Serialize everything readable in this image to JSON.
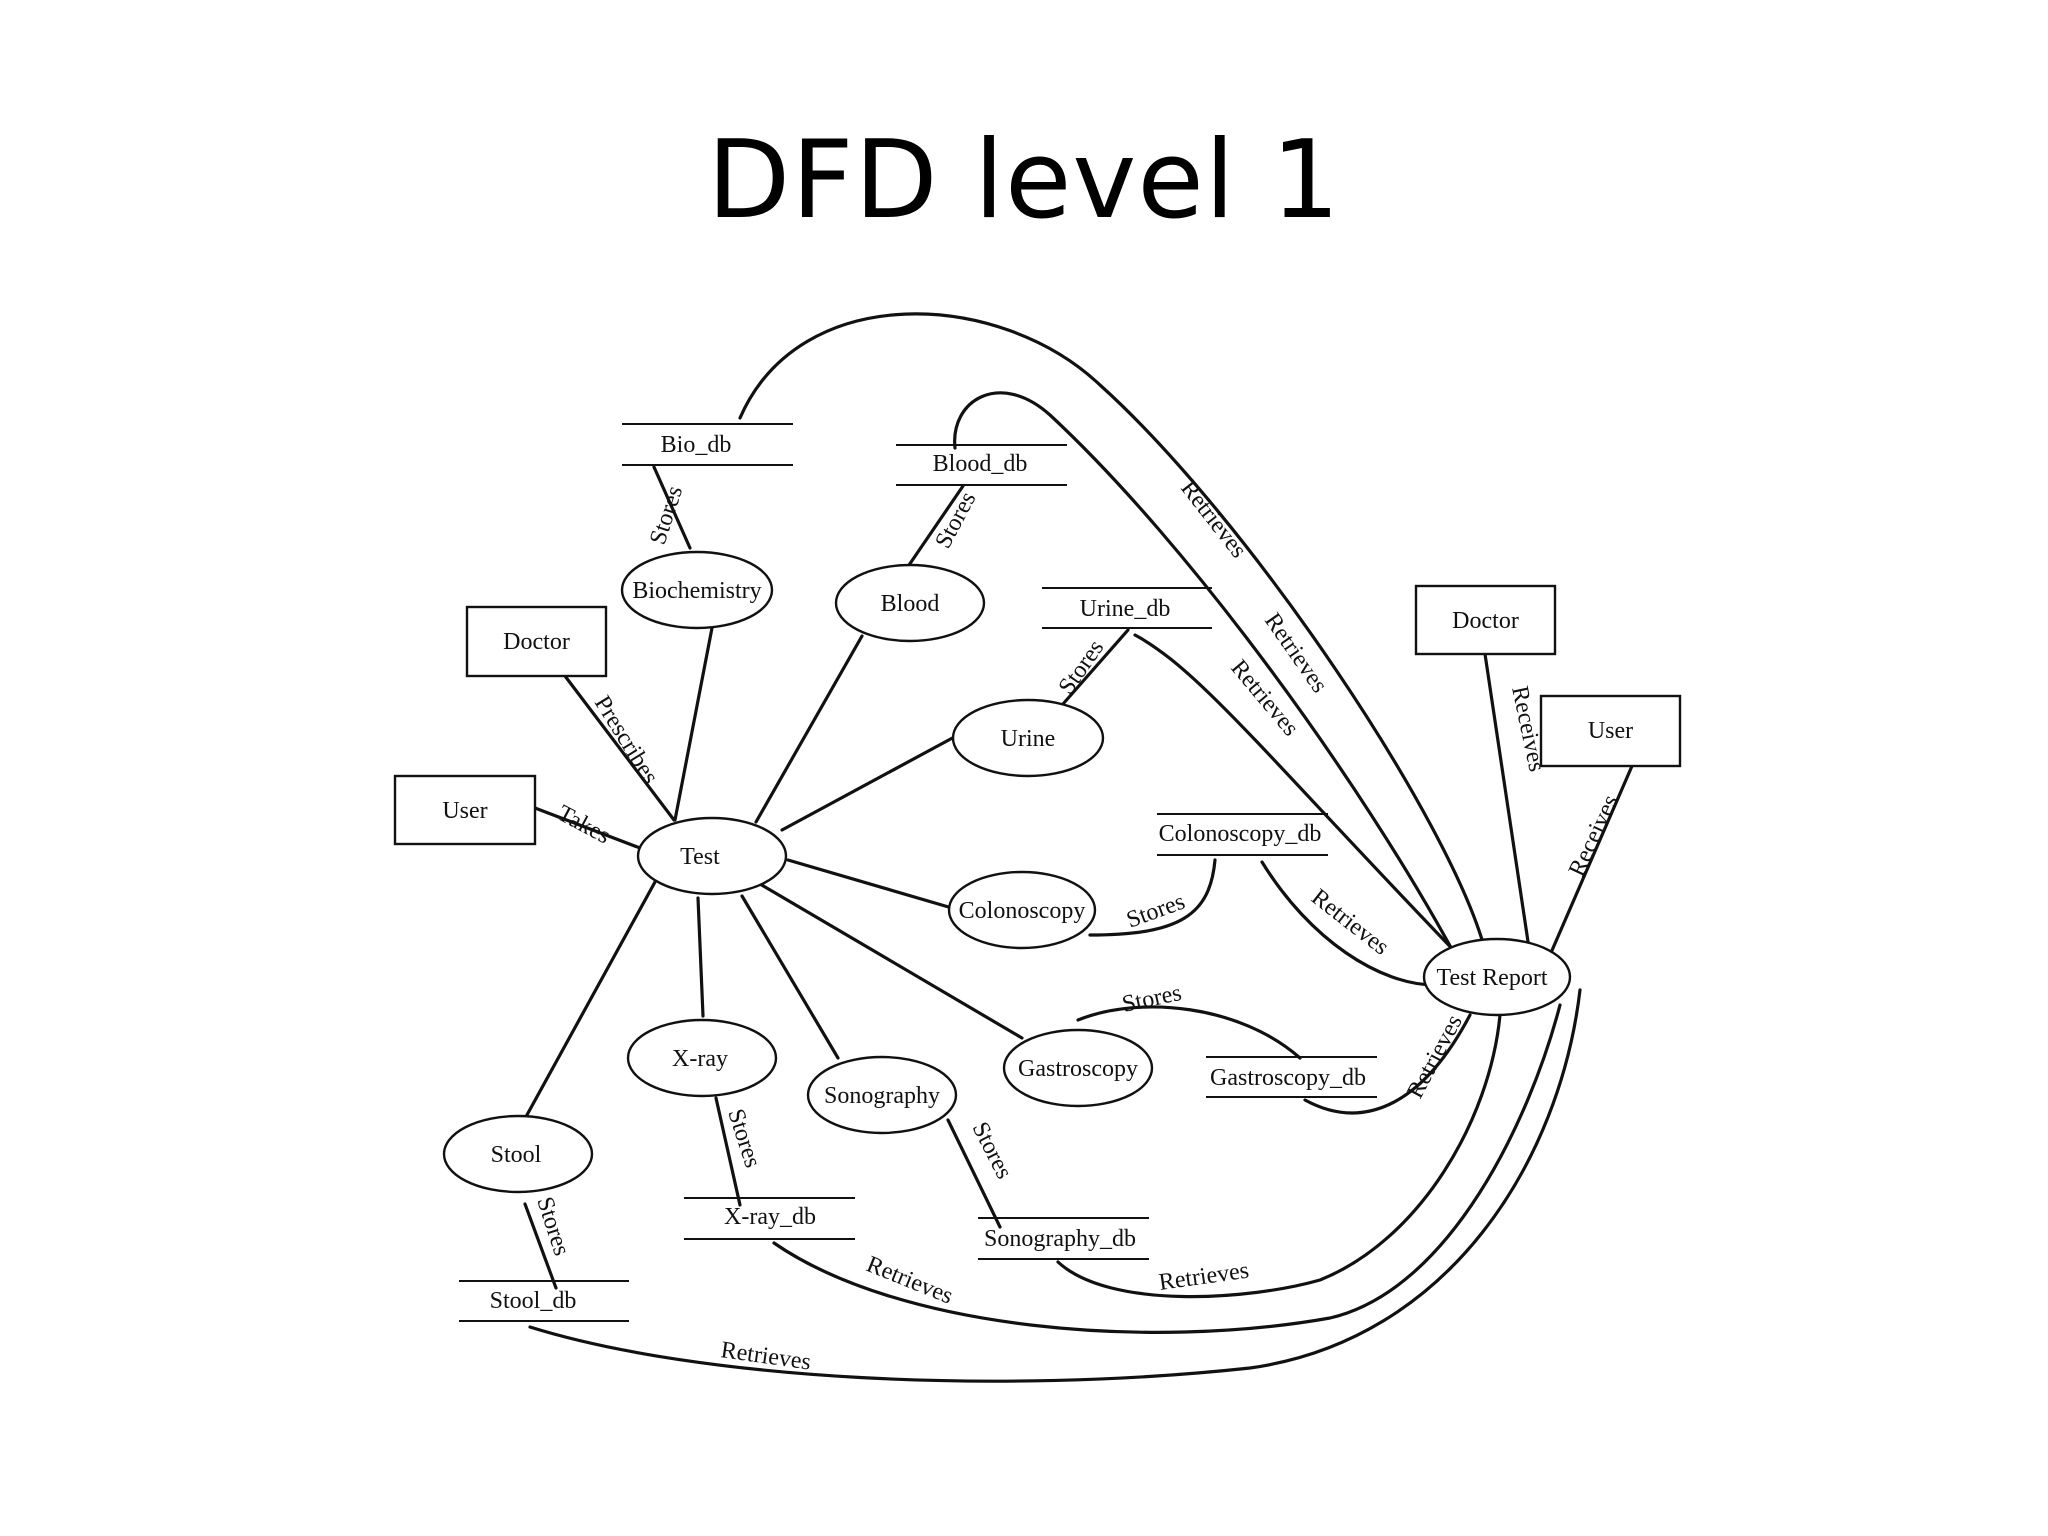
{
  "title": "DFD level 1",
  "diagram": {
    "entities": {
      "doctor_left": "Doctor",
      "user_left": "User",
      "doctor_right": "Doctor",
      "user_right": "User"
    },
    "processes": {
      "test": "Test",
      "biochemistry": "Biochemistry",
      "blood": "Blood",
      "urine": "Urine",
      "colonoscopy": "Colonoscopy",
      "gastroscopy": "Gastroscopy",
      "sonography": "Sonography",
      "xray": "X-ray",
      "stool": "Stool",
      "test_report": "Test Report"
    },
    "stores": {
      "bio_db": "Bio_db",
      "blood_db": "Blood_db",
      "urine_db": "Urine_db",
      "colonoscopy_db": "Colonoscopy_db",
      "gastroscopy_db": "Gastroscopy_db",
      "sonography_db": "Sonography_db",
      "xray_db": "X-ray_db",
      "stool_db": "Stool_db"
    },
    "flows": {
      "takes": "Takes",
      "prescribes": "Prescribes",
      "stores": "Stores",
      "retrieves": "Retrieves",
      "receives": "Receives"
    }
  }
}
